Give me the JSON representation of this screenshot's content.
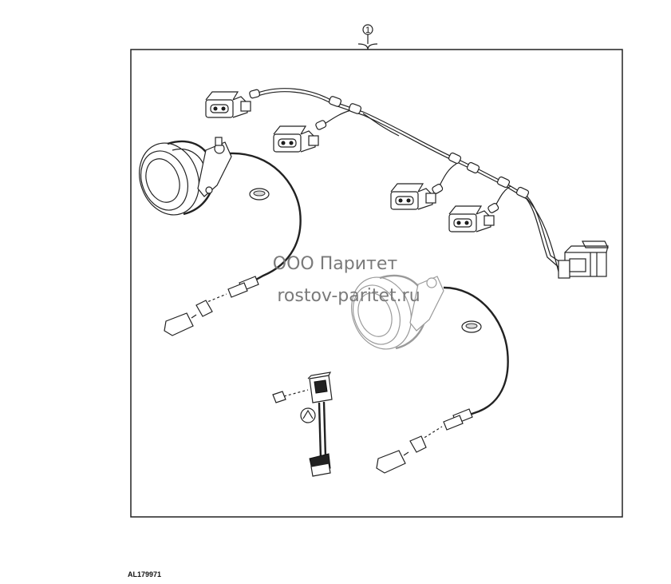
{
  "diagram": {
    "callout_number": "1",
    "figure_code": "AL179971",
    "watermark_line1": "ООО Паритет",
    "watermark_line2": "rostov-paritet.ru"
  }
}
